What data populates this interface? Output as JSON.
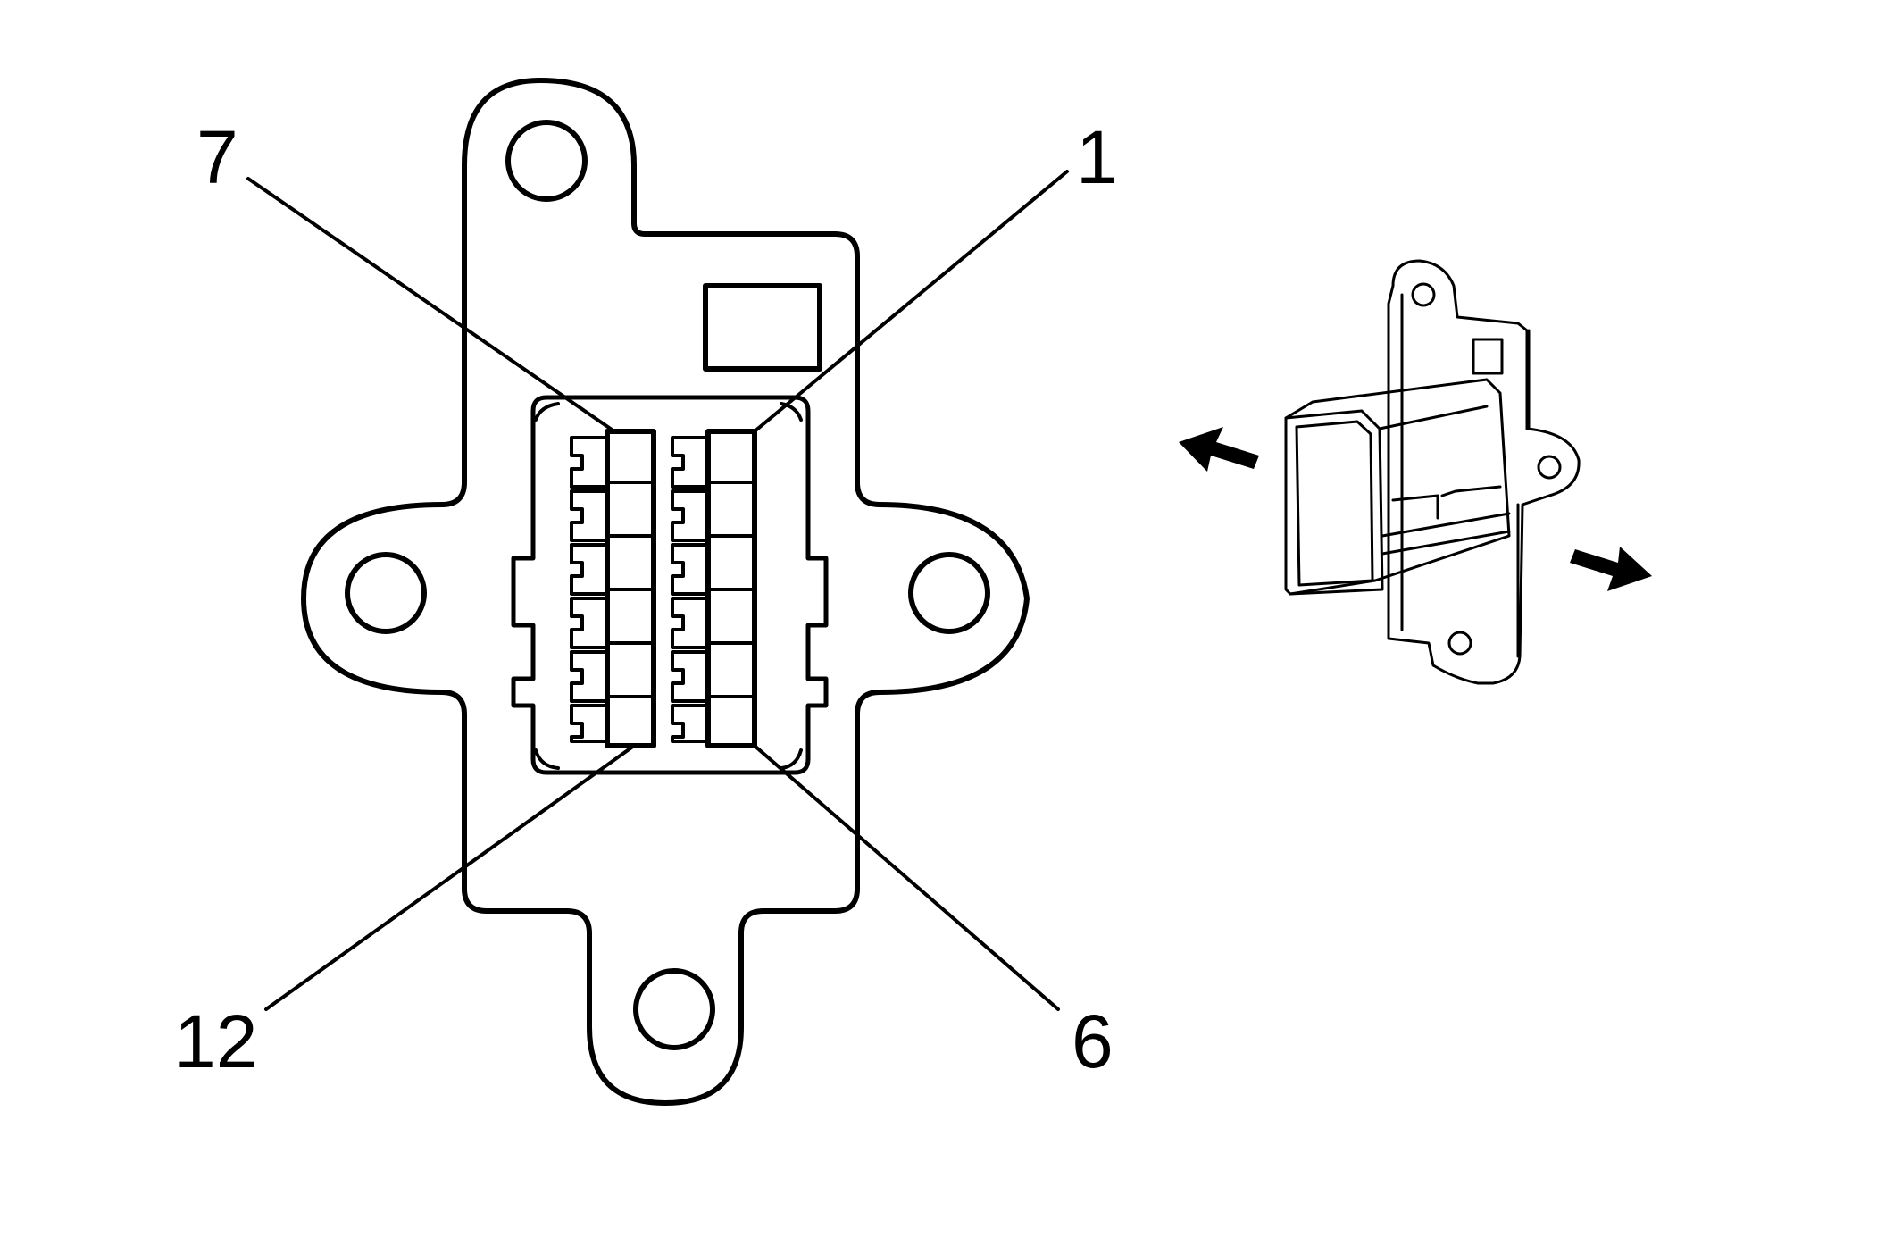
{
  "diagram": {
    "pin_labels": {
      "top_left": "7",
      "top_right": "1",
      "bottom_left": "12",
      "bottom_right": "6"
    }
  },
  "colors": {
    "stroke": "#000000",
    "background": "#ffffff"
  }
}
